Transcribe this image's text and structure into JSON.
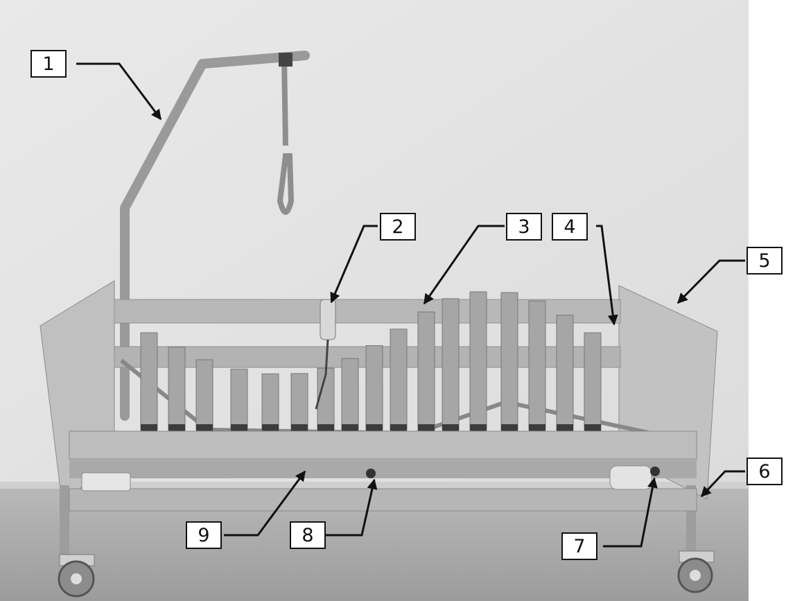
{
  "callouts": [
    {
      "label": "1"
    },
    {
      "label": "2"
    },
    {
      "label": "3"
    },
    {
      "label": "4"
    },
    {
      "label": "5"
    },
    {
      "label": "6"
    },
    {
      "label": "7"
    },
    {
      "label": "8"
    },
    {
      "label": "9"
    }
  ],
  "colors": {
    "wall": "#ececec",
    "floor": "#adadad",
    "wood": "#b4b4b4",
    "slat": "#a6a6a6",
    "slat_cap": "#3c3c3c",
    "arrow": "#111111"
  }
}
